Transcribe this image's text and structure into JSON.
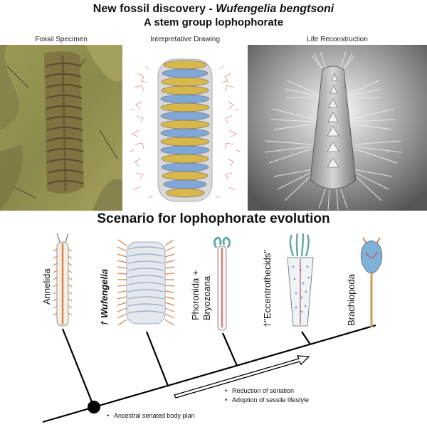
{
  "header": {
    "title_prefix": "New fossil discovery - ",
    "title_species": "Wufengelia bengtsoni",
    "subtitle": "A stem group lophophorate"
  },
  "panels": {
    "fossil_label": "Fossil Specimen",
    "drawing_label": "Interpretative Drawing",
    "reconstruction_label": "Life Reconstruction"
  },
  "scenario": {
    "title": "Scenario for lophophorate evolution",
    "taxa": {
      "annelida": "Annelida",
      "wufengelia": "† Wufengelia",
      "phoronida_line1": "Phoronida +",
      "phoronida_line2": "Bryozoana",
      "eccentrotheca": "†\"Eccentrothecids\"",
      "brachiopoda": "Brachiopoda"
    },
    "notes": {
      "reduction": "Reduction of seriation",
      "adoption": "Adoption of sessile lifestyle",
      "ancestral": "Ancestral seriated body plan"
    }
  },
  "colors": {
    "setae": "#d9824a",
    "segment_blue": "#7fa7d8",
    "segment_yellow": "#d8b84a",
    "tentacle_teal": "#63a9a6"
  }
}
